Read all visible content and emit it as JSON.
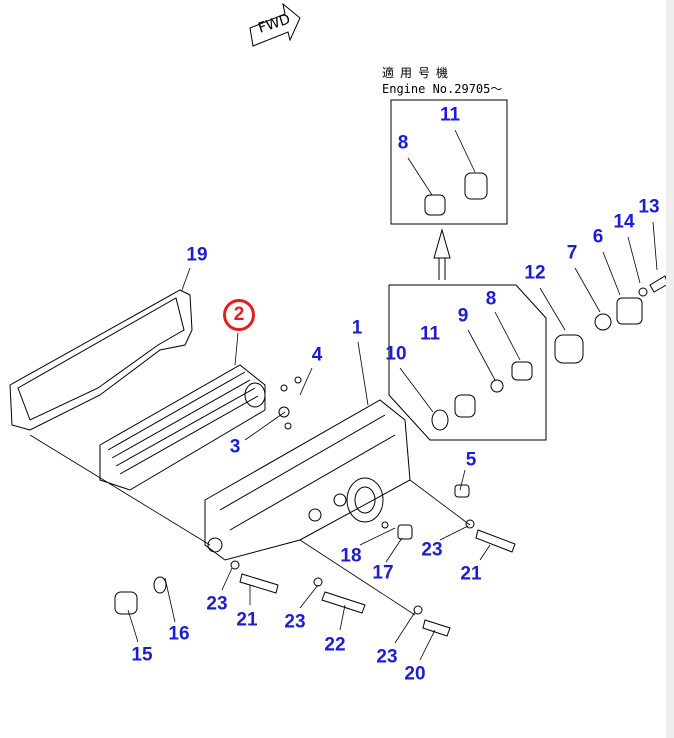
{
  "fwd_label": "FWD",
  "note": {
    "line1": "適用号機",
    "line2": "Engine No.29705～"
  },
  "highlight": "2",
  "labels": [
    "19",
    "4",
    "1",
    "3",
    "10",
    "11",
    "9",
    "8",
    "12",
    "7",
    "6",
    "14",
    "13",
    "11",
    "8",
    "5",
    "18",
    "23",
    "17",
    "21",
    "23",
    "21",
    "23",
    "22",
    "16",
    "15",
    "23",
    "20"
  ],
  "colors": {
    "label": "#1c1cd0",
    "highlight": "#e02020"
  }
}
